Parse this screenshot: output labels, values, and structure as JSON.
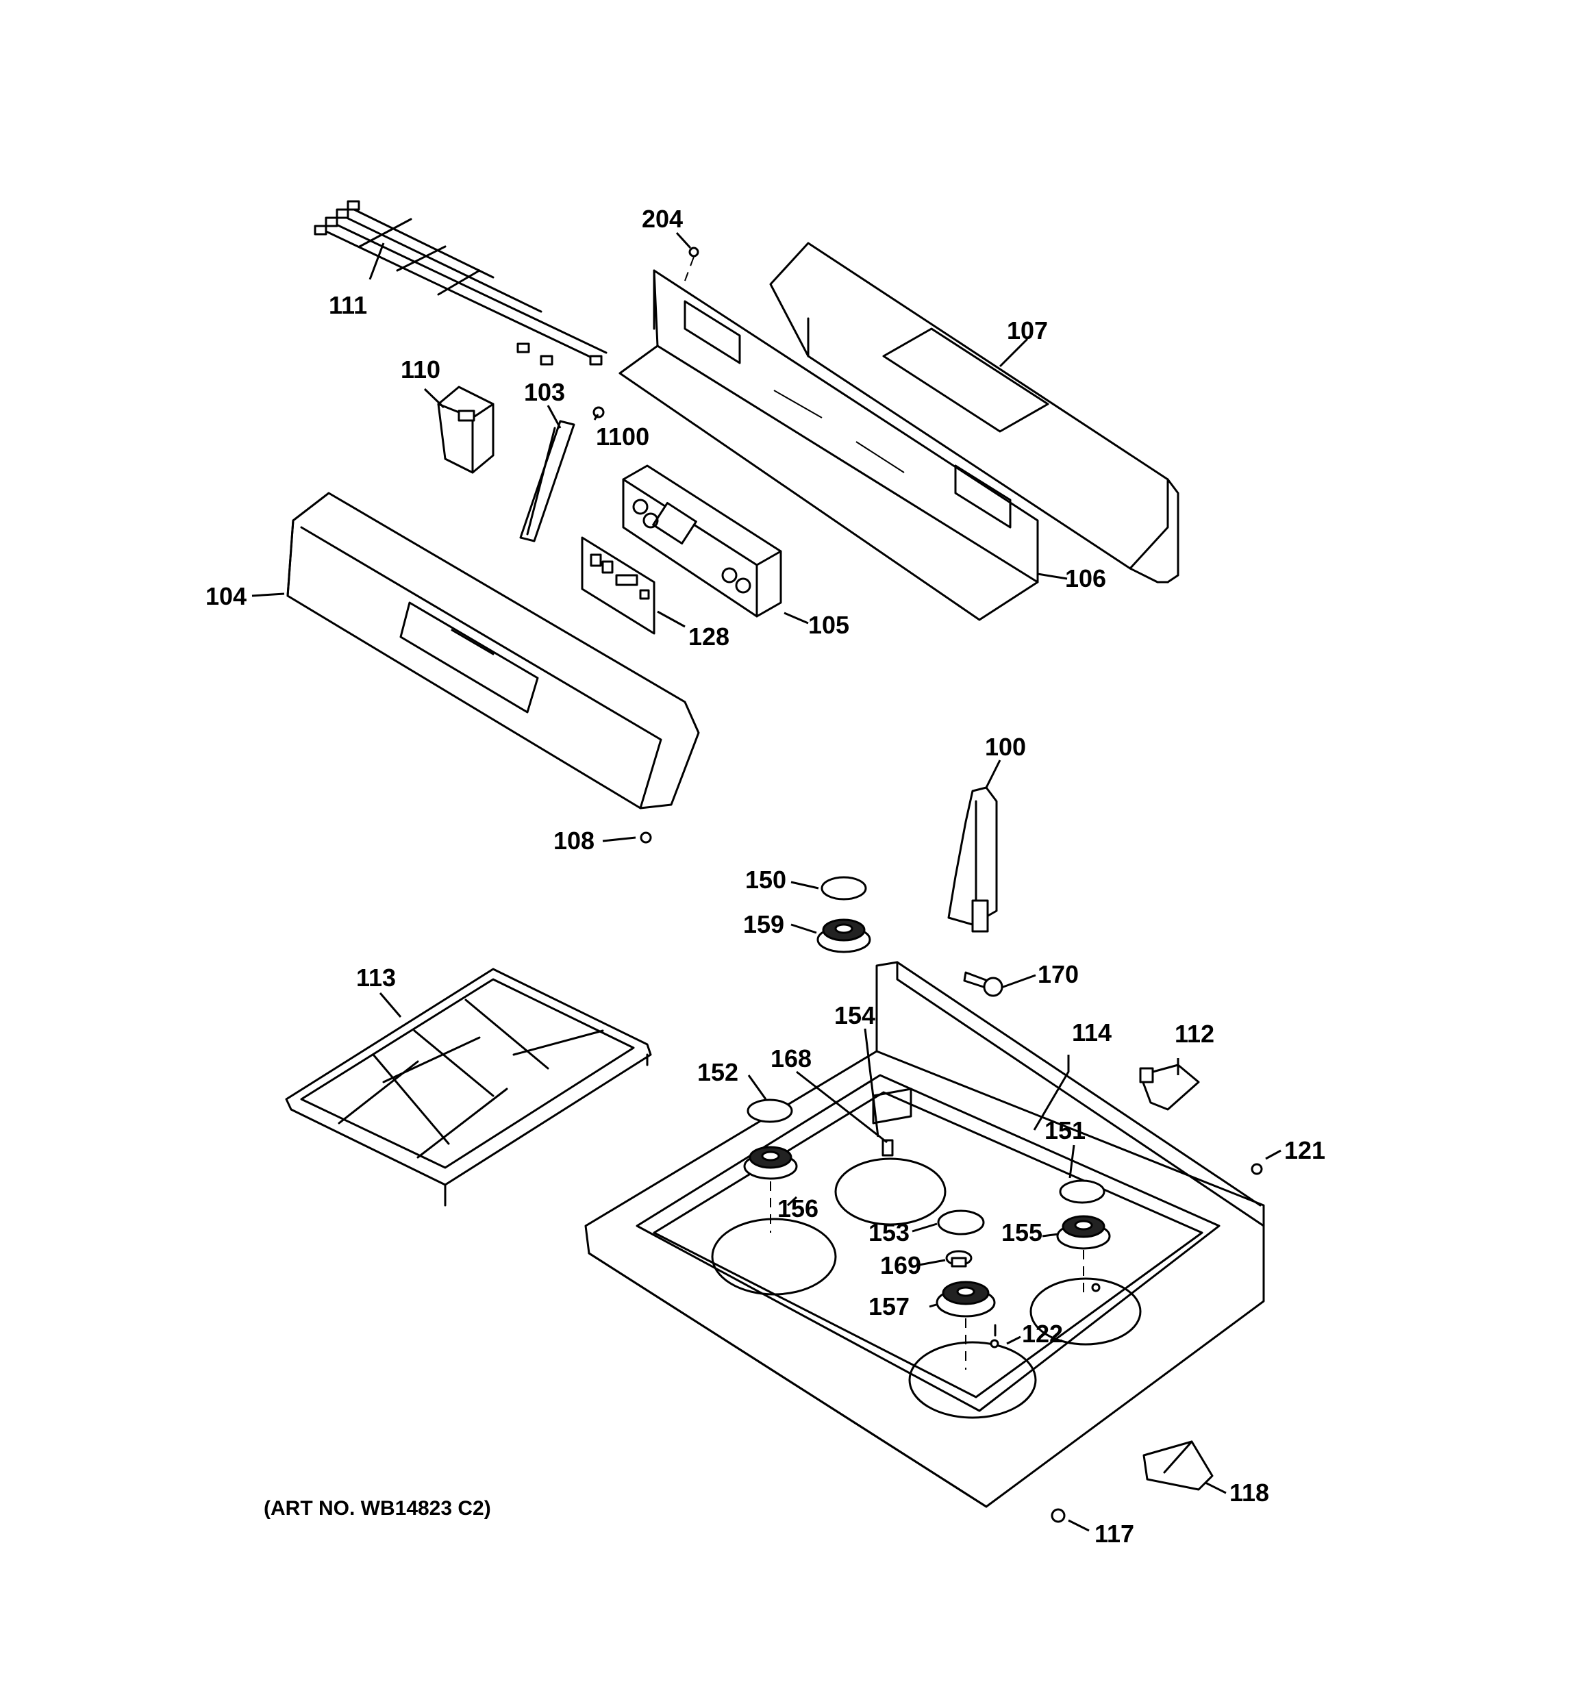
{
  "diagram": {
    "art_number": "(ART NO. WB14823 C2)",
    "callouts": {
      "c100": "100",
      "c103": "103",
      "c104": "104",
      "c105": "105",
      "c106": "106",
      "c107": "107",
      "c108": "108",
      "c110": "110",
      "c111": "111",
      "c112": "112",
      "c113": "113",
      "c114": "114",
      "c117": "117",
      "c118": "118",
      "c121": "121",
      "c122": "122",
      "c128": "128",
      "c150": "150",
      "c151": "151",
      "c152": "152",
      "c153": "153",
      "c154": "154",
      "c155": "155",
      "c156": "156",
      "c157": "157",
      "c159": "159",
      "c168": "168",
      "c169": "169",
      "c170": "170",
      "c204": "204",
      "c1100": "1100"
    }
  }
}
